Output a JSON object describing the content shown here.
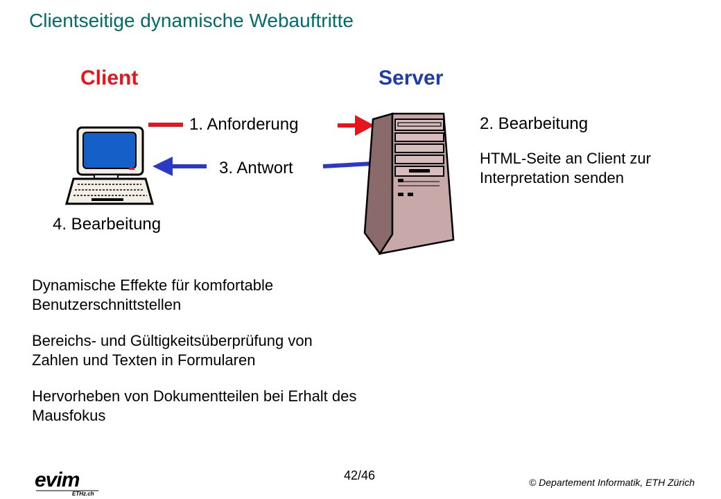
{
  "title": "Clientseitige dynamische Webauftritte",
  "client_label": "Client",
  "server_label": "Server",
  "steps": {
    "request": "1. Anforderung",
    "processing_server": "2. Bearbeitung",
    "response": "3. Antwort",
    "processing_client": "4. Bearbeitung"
  },
  "server_description": "HTML-Seite an Client zur Interpretation senden",
  "client_benefits": [
    "Dynamische Effekte für komfortable Benutzerschnittstellen",
    "Bereichs- und Gültigkeitsüberprüfung von Zahlen und Texten in Formularen",
    "Hervorheben von Dokumentteilen bei Erhalt des Mausfokus"
  ],
  "page_number": "42/46",
  "copyright": "© Departement Informatik, ETH Zürich",
  "logo": {
    "wordmark": "evim",
    "subtext": "ETHz.ch"
  },
  "colors": {
    "title": "#006b6b",
    "client": "#e8141c",
    "server": "#1f3ca8",
    "request_arrow": "#e8141c",
    "response_arrow": "#2b39c8",
    "server_case": "#c8a8a8"
  },
  "icons": {
    "client": "desktop-computer-icon",
    "server": "tower-server-icon"
  }
}
